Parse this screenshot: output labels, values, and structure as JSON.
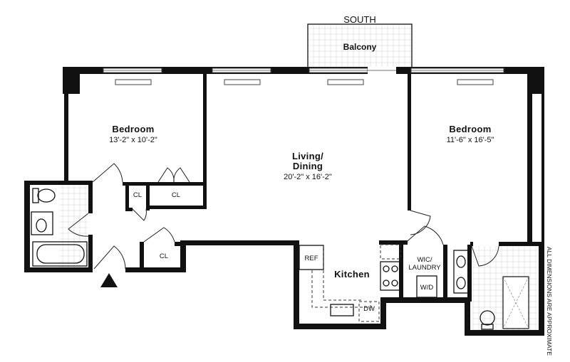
{
  "orientation": {
    "label": "SOUTH"
  },
  "balcony": {
    "label": "Balcony"
  },
  "rooms": {
    "bedroom_left": {
      "name": "Bedroom",
      "dims": "13'-2\" x 10'-2\""
    },
    "living": {
      "name_line1": "Living/",
      "name_line2": "Dining",
      "dims": "20'-2\" x 16'-2\""
    },
    "bedroom_right": {
      "name": "Bedroom",
      "dims": "11'-6\" x 16'-5\""
    },
    "kitchen": {
      "name": "Kitchen"
    },
    "wic": {
      "line1": "WIC/",
      "line2": "LAUNDRY"
    }
  },
  "closets": {
    "cl1": "CL",
    "cl2": "CL",
    "cl3": "CL"
  },
  "appliances": {
    "ref": "REF",
    "dw": "DW",
    "wd": "W/D"
  },
  "note": "ALL DIMENSIONS ARE APPROXIMATE"
}
